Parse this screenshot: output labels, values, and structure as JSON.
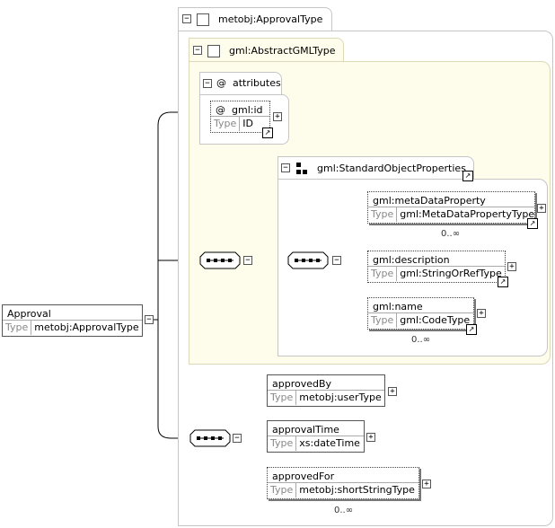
{
  "root_element": {
    "name": "Approval",
    "type_label": "Type",
    "type": "metobj:ApprovalType"
  },
  "complex_type": {
    "title": "metobj:ApprovalType"
  },
  "abstract_type": {
    "title": "gml:AbstractGMLType"
  },
  "attributes_group": {
    "title": "attributes",
    "icon": "@",
    "attribute": {
      "name": "gml:id",
      "prefix": "@",
      "type_label": "Type",
      "type": "ID"
    }
  },
  "sop_group": {
    "title": "gml:StandardObjectProperties",
    "elements": [
      {
        "name": "gml:metaDataProperty",
        "type_label": "Type",
        "type": "gml:MetaDataPropertyType",
        "occurrence": "0..∞"
      },
      {
        "name": "gml:description",
        "type_label": "Type",
        "type": "gml:StringOrRefType",
        "occurrence": ""
      },
      {
        "name": "gml:name",
        "type_label": "Type",
        "type": "gml:CodeType",
        "occurrence": "0..∞"
      }
    ]
  },
  "approval_sequence": {
    "elements": [
      {
        "name": "approvedBy",
        "type_label": "Type",
        "type": "metobj:userType",
        "occurrence": ""
      },
      {
        "name": "approvalTime",
        "type_label": "Type",
        "type": "xs:dateTime",
        "occurrence": ""
      },
      {
        "name": "approvedFor",
        "type_label": "Type",
        "type": "metobj:shortStringType",
        "occurrence": "0..∞"
      }
    ]
  },
  "toggles": {
    "collapse": "−",
    "expand": "+"
  },
  "icons": {
    "link": "↗"
  }
}
